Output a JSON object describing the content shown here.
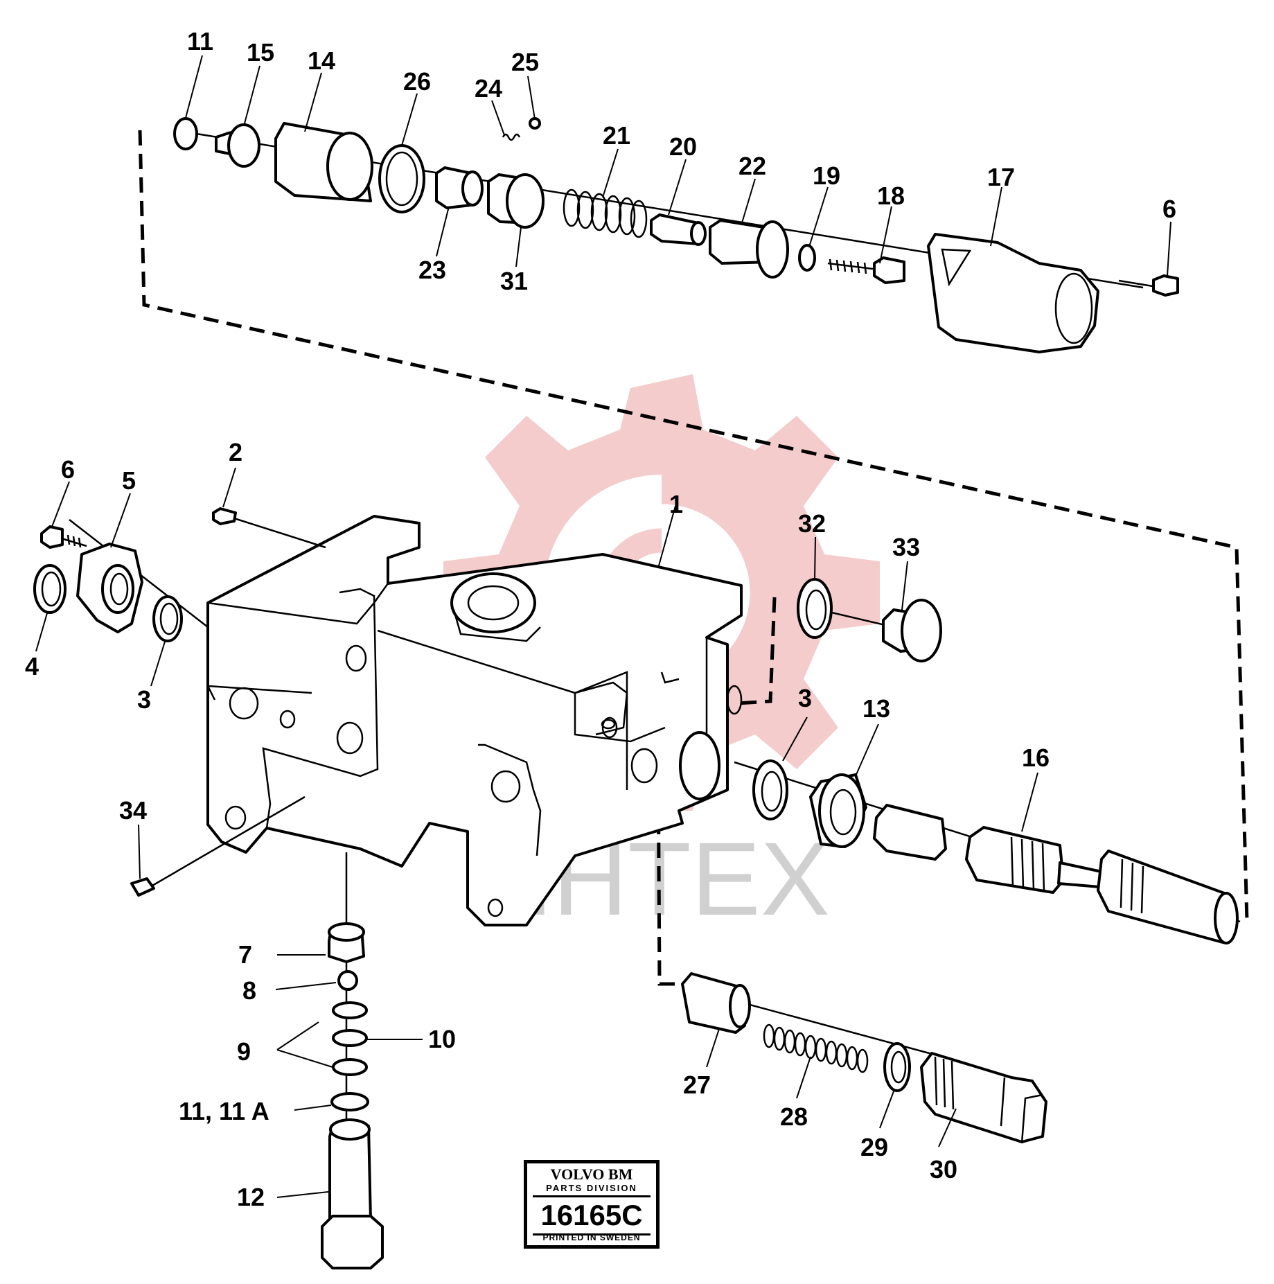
{
  "labels": {
    "top": [
      "11",
      "15",
      "14",
      "26",
      "24",
      "25",
      "21",
      "20",
      "22",
      "19",
      "18",
      "17",
      "6",
      "23",
      "31"
    ],
    "left": [
      "6",
      "5",
      "4",
      "3",
      "2",
      "1",
      "34"
    ],
    "right": [
      "32",
      "33",
      "3",
      "13",
      "16"
    ],
    "bottom_left": [
      "7",
      "8",
      "9",
      "10",
      "11, 11 A",
      "12"
    ],
    "bottom_right": [
      "27",
      "28",
      "29",
      "30"
    ]
  },
  "watermark": {
    "text": "ИНТЕХ",
    "logo_icon": "gear-logo-icon",
    "logo_color": "#f5c7c7",
    "text_color": "#d0d0d0"
  },
  "stamp": {
    "brand": "VOLVO BM",
    "division": "PARTS DIVISION",
    "code": "16165C",
    "printed": "PRINTED IN SWEDEN"
  },
  "colors": {
    "ink": "#000000",
    "paper": "#ffffff"
  }
}
